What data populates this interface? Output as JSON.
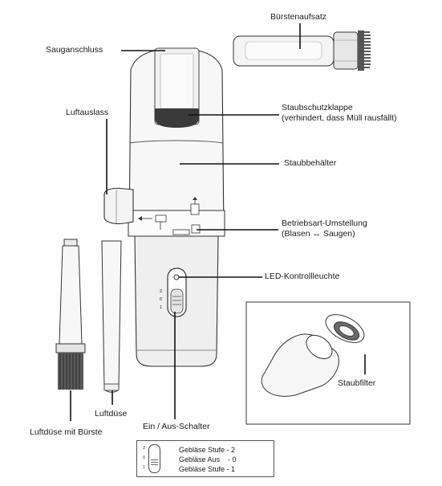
{
  "labels": {
    "buerstenaufsatz": "Bürstenaufsatz",
    "sauganschluss": "Sauganschluss",
    "luftauslass": "Luftauslass",
    "staubschutzklappe": "Staubschutzklappe\n(verhindert, dass Müll rausfällt)",
    "staubbehaelter": "Staubbehälter",
    "betriebsart": "Betriebsart-Umstellung\n(Blasen ↔ Saugen)",
    "led": "LED-Kontrollleuchte",
    "staubfilter": "Staubfilter",
    "luftduese": "Luftdüse",
    "luftduese_buerste": "Luftdüse mit Bürste",
    "schalter": "Ein / Aus-Schalter"
  },
  "switch_marks": [
    "2",
    "0",
    "1"
  ],
  "legend": {
    "rows": [
      "Gebläse Stufe - 2",
      "Gebläse Aus    - 0",
      "Gebläse Stufe - 1"
    ],
    "marks": [
      "2",
      "0",
      "1"
    ]
  }
}
